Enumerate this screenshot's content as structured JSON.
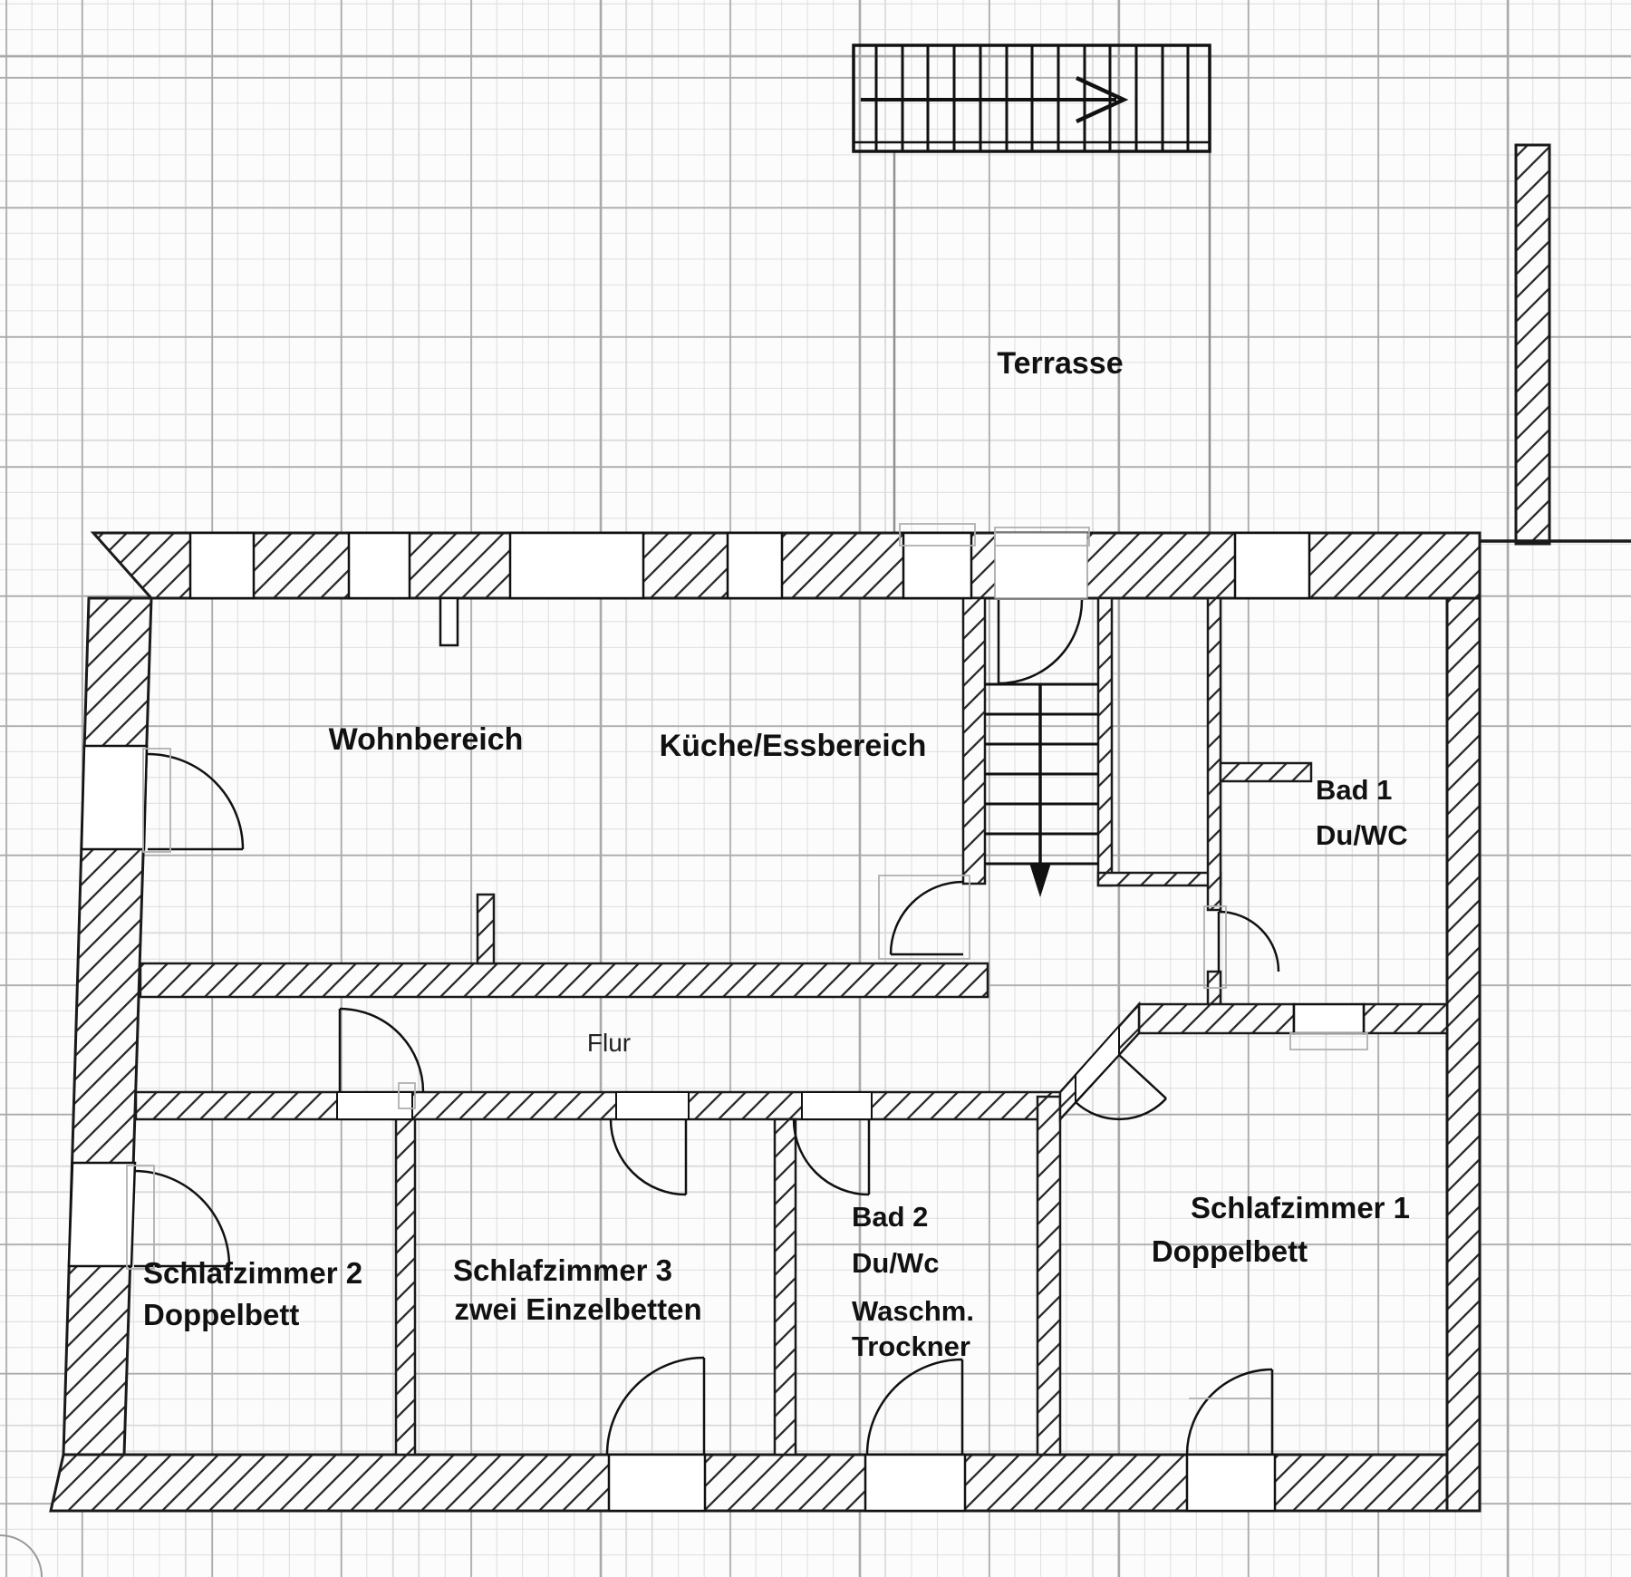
{
  "document": {
    "type": "floor-plan",
    "language": "de"
  },
  "colors": {
    "wall_outline": "#1a1a1a",
    "hatch_line": "#2b2b2b",
    "grid_minor": "#d9d9d9",
    "grid_major": "#a9a9a9",
    "terrace_outline": "#8f8f8f",
    "door_frame_gray": "#b0b0b0",
    "paper": "#fcfcfc"
  },
  "outdoor": {
    "terrace_label": "Terrasse"
  },
  "rooms": [
    {
      "id": "wohnbereich",
      "lines": [
        "Wohnbereich"
      ]
    },
    {
      "id": "kueche-essbereich",
      "lines": [
        "Küche/Essbereich"
      ]
    },
    {
      "id": "bad-1",
      "lines": [
        "Bad 1",
        "Du/WC"
      ]
    },
    {
      "id": "flur",
      "lines": [
        "Flur"
      ]
    },
    {
      "id": "schlafzimmer-2",
      "lines": [
        "Schlafzimmer 2",
        "Doppelbett"
      ]
    },
    {
      "id": "schlafzimmer-3",
      "lines": [
        "Schlafzimmer 3",
        "zwei Einzelbetten"
      ]
    },
    {
      "id": "bad-2",
      "lines": [
        "Bad 2",
        "Du/Wc",
        "Waschm.",
        "Trockner"
      ]
    },
    {
      "id": "schlafzimmer-1",
      "lines": [
        "Schlafzimmer 1",
        "Doppelbett"
      ]
    }
  ]
}
